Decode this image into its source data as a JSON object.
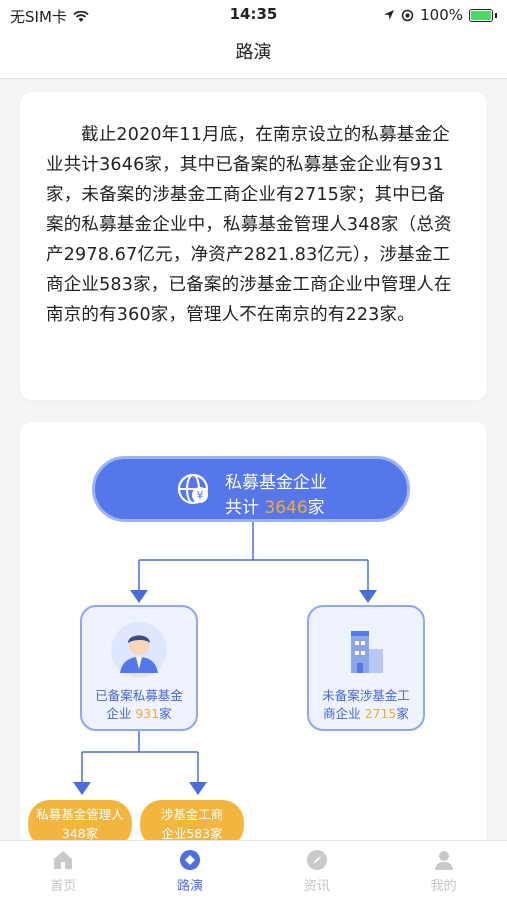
{
  "status": {
    "carrier": "无SIM卡",
    "time": "14:35",
    "battery": "100%"
  },
  "nav": {
    "title": "路演"
  },
  "summary": {
    "text": "截止2020年11月底，在南京设立的私募基金企业共计3646家，其中已备案的私募基金企业有931家，未备案的涉基金工商企业有2715家；其中已备案的私募基金企业中，私募基金管理人348家（总资产2978.67亿元，净资产2821.83亿元），涉基金工商企业583家，已备案的涉基金工商企业中管理人在南京的有360家，管理人不在南京的有223家。"
  },
  "chart": {
    "root": {
      "line1": "私募基金企业",
      "prefix": "共计",
      "count": "3646",
      "suffix": "家"
    },
    "registered": {
      "line1": "已备案私募基金",
      "line2_prefix": "企业",
      "count": "931",
      "suffix": "家"
    },
    "unregistered": {
      "line1": "未备案涉基金工",
      "line2_prefix": "商企业",
      "count": "2715",
      "suffix": "家"
    },
    "leaf_managers": {
      "line1": "私募基金管理人",
      "line2": "348家"
    },
    "leaf_business": {
      "line1": "涉基金工商",
      "line2": "企业583家"
    }
  },
  "colors": {
    "accent": "#5677ea",
    "highlight": "#f3a83a",
    "leaf": "#f1b540"
  },
  "tabs": [
    {
      "label": "首页",
      "icon": "home-icon",
      "active": false
    },
    {
      "label": "路演",
      "icon": "roadshow-icon",
      "active": true
    },
    {
      "label": "资讯",
      "icon": "compass-icon",
      "active": false
    },
    {
      "label": "我的",
      "icon": "user-icon",
      "active": false
    }
  ]
}
